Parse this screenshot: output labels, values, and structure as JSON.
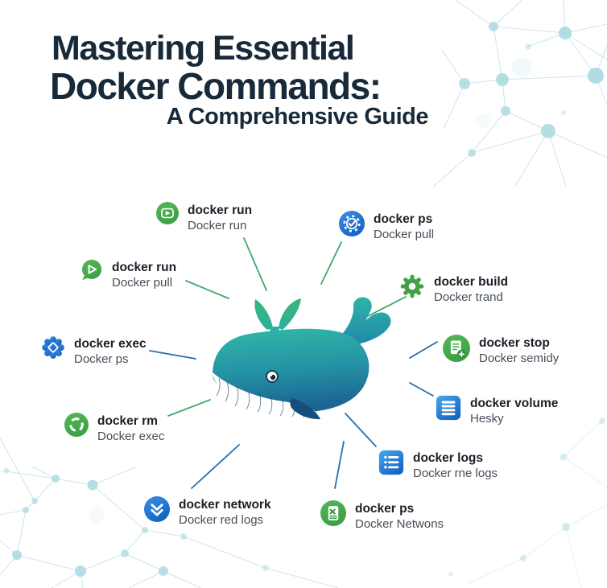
{
  "title": {
    "line1": "Mastering Essential",
    "line2": "Docker Commands:",
    "line3": "A Comprehensive Guide"
  },
  "items": [
    {
      "label": "docker run",
      "sub": "Docker run",
      "icon": "play-circle-icon",
      "accent": "#4caf50"
    },
    {
      "label": "docker ps",
      "sub": "Docker pull",
      "icon": "gear-check-circle-icon",
      "accent": "#1f74d4"
    },
    {
      "label": "docker run",
      "sub": "Docker pull",
      "icon": "chat-play-icon",
      "accent": "#46a84c"
    },
    {
      "label": "docker build",
      "sub": "Docker trand",
      "icon": "gear-icon",
      "accent": "#43a047"
    },
    {
      "label": "docker exec",
      "sub": "Docker ps",
      "icon": "badge-diamond-icon",
      "accent": "#1e6fd0"
    },
    {
      "label": "docker stop",
      "sub": "Docker semidy",
      "icon": "document-plus-circle-icon",
      "accent": "#43b649"
    },
    {
      "label": "docker rm",
      "sub": "Docker exec",
      "icon": "ring-circle-icon",
      "accent": "#3da24a"
    },
    {
      "label": "docker volume",
      "sub": "Hesky",
      "icon": "list-square-icon",
      "accent": "#1e88e5"
    },
    {
      "label": "docker logs",
      "sub": "Docker rne logs",
      "icon": "bullet-list-square-icon",
      "accent": "#1976d2"
    },
    {
      "label": "docker network",
      "sub": "Docker red logs",
      "icon": "chevrons-circle-icon",
      "accent": "#1d6fd1"
    },
    {
      "label": "docker ps",
      "sub": "Docker Netwons",
      "icon": "document-x-circle-icon",
      "accent": "#43b649"
    }
  ],
  "illustration": {
    "name": "docker-whale",
    "body_gradient": [
      "#31b8a8",
      "#1c6494"
    ],
    "spout_color": "#39b673"
  },
  "palette": {
    "background": "#ffffff",
    "title_text": "#18293a",
    "label_text": "#1b2028",
    "subtitle_text": "#454e58",
    "green_accent": "#43a047",
    "blue_accent": "#1e6fd0",
    "green_line": "#3fa768",
    "blue_line": "#2a6da8",
    "network_node": "#a9d8e0",
    "network_line": "#cde6ec"
  }
}
